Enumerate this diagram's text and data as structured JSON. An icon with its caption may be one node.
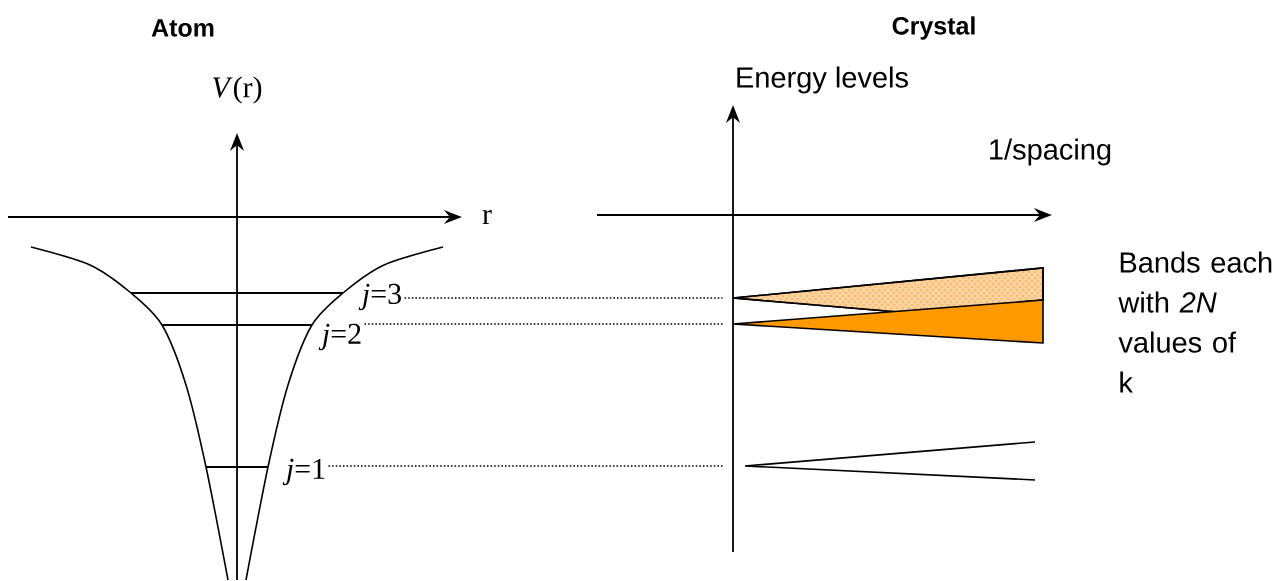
{
  "diagram": {
    "nodes": [
      {
        "text": [
          "*j*=3"
        ]
      },
      {
        "text": [
          "*j*=2"
        ]
      },
      {
        "text": [
          "*j*=1"
        ]
      },
      {
        "text": [],
        "shape": "wedge"
      },
      {
        "text": [],
        "shape": "wedge"
      },
      {
        "text": [],
        "shape": "wedge"
      }
    ],
    "edges": [
      {
        "from": 0,
        "to": 3,
        "arrow": "none",
        "style": "dashed"
      },
      {
        "from": 1,
        "to": 4,
        "arrow": "none",
        "style": "dashed"
      },
      {
        "from": 2,
        "to": 5,
        "arrow": "none",
        "style": "dashed"
      }
    ],
    "labels": [
      "Atom",
      "Crystal",
      "*V*(r)",
      "r",
      "Energy levels",
      "1/spacing",
      "Bands each with *2N* values of k"
    ]
  }
}
